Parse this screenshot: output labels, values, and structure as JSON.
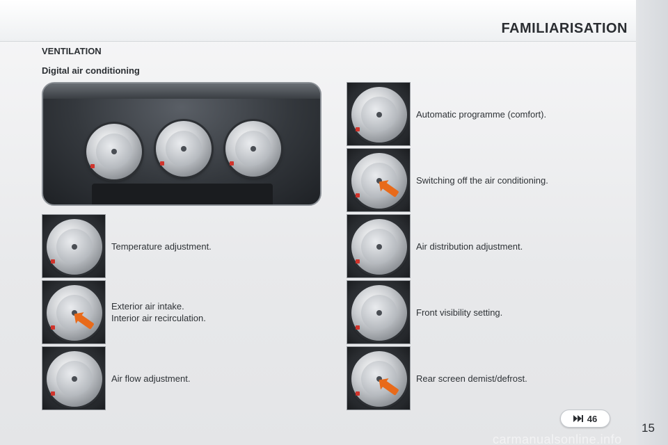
{
  "header": {
    "title": "FAMILIARISATION"
  },
  "section_title": "VENTILATION",
  "subsection_title": "Digital air conditioning",
  "left_items": [
    {
      "label": "Temperature adjustment."
    },
    {
      "label_line1": "Exterior air intake.",
      "label_line2": "Interior air recirculation."
    },
    {
      "label": "Air flow adjustment."
    }
  ],
  "right_items": [
    {
      "label": "Automatic programme (comfort)."
    },
    {
      "label": "Switching off the air conditioning."
    },
    {
      "label": "Air distribution adjustment."
    },
    {
      "label": "Front visibility setting."
    },
    {
      "label": "Rear screen demist/defrost."
    }
  ],
  "reference": {
    "icon": "fast-forward-icon",
    "page": "46"
  },
  "page_number": "15",
  "watermark": "carmanualsonline.info",
  "colors": {
    "accent_arrow": "#e86a1a",
    "indicator": "#d0342c"
  }
}
